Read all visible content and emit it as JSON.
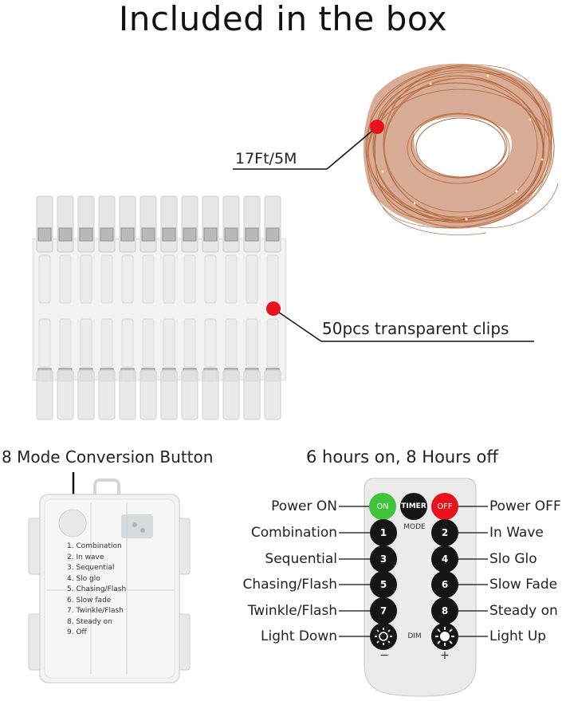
{
  "title": "Included in the box",
  "wire": {
    "label": "17Ft/5M"
  },
  "clips": {
    "label": "50pcs transparent clips"
  },
  "battery_box": {
    "label": "8 Mode Conversion Button",
    "modes": [
      "1. Combination",
      "2. In wave",
      "3. Sequential",
      "4. Slo glo",
      "5. Chasing/Flash",
      "6. Slow fade",
      "7. Twinkle/Flash",
      "8. Steady on",
      "9. Off"
    ]
  },
  "remote": {
    "caption": "6 hours on, 8 Hours off",
    "on_button": "ON",
    "timer_button": "TIMER",
    "off_button": "OFF",
    "mode_text": "MODE",
    "dim_text": "DIM",
    "minus": "−",
    "plus": "+",
    "buttons": [
      "1",
      "2",
      "3",
      "4",
      "5",
      "6",
      "7",
      "8"
    ],
    "labels_left": [
      "Power ON",
      "Combination",
      "Sequential",
      "Chasing/Flash",
      "Twinkle/Flash",
      "Light Down"
    ],
    "labels_right": [
      "Power OFF",
      "In Wave",
      "Slo Glo",
      "Slow Fade",
      "Steady on",
      "Light Up"
    ]
  },
  "colors": {
    "accent_red": "#e8121c",
    "on_green": "#3ec33b",
    "off_red": "#e8121c",
    "copper": "#b8683e",
    "remote_body": "#e9e9e9"
  }
}
